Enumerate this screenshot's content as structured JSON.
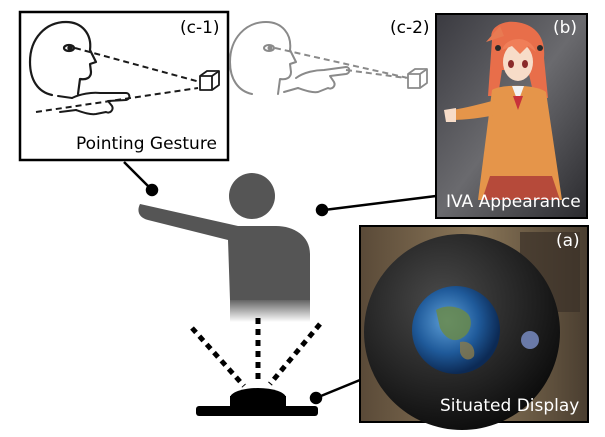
{
  "panels": {
    "c1": {
      "tag": "(c-1)",
      "caption": "Pointing Gesture"
    },
    "c2": {
      "tag": "(c-2)"
    },
    "b": {
      "tag": "(b)",
      "caption": "IVA Appearance"
    },
    "a": {
      "tag": "(a)",
      "caption": "Situated Display"
    }
  },
  "colors": {
    "figure": "#555555",
    "sketch": "#1a1a1a",
    "sketch_faded": "#8a8a8a",
    "border": "#000000"
  },
  "icons": [
    "head-outline",
    "pointing-hand",
    "target-cube",
    "person-pointing",
    "spotlight-base"
  ]
}
